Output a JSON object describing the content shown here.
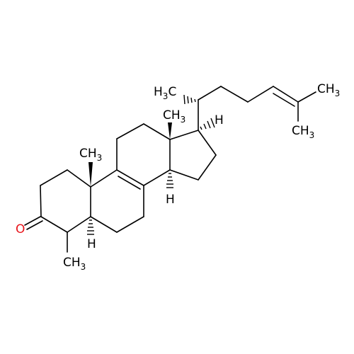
{
  "molecule": {
    "atom_labels": {
      "oxygen": "O",
      "ch3_c10_c": "CH",
      "ch3_c10_sub": "3",
      "ch3_c13_c": "CH",
      "ch3_c13_sub": "3",
      "ch3_c4_c": "CH",
      "ch3_c4_sub": "3",
      "ch3_c20_h": "H",
      "ch3_c20_c": "C",
      "ch3_c20_sub": "3",
      "ch3_c25a_c": "CH",
      "ch3_c25a_sub": "3",
      "ch3_c25b_c": "CH",
      "ch3_c25b_sub": "3",
      "h_c5": "H",
      "h_c14": "H",
      "h_c17": "H"
    },
    "colors": {
      "bond": "#000000",
      "oxygen": "#e8141b"
    }
  }
}
